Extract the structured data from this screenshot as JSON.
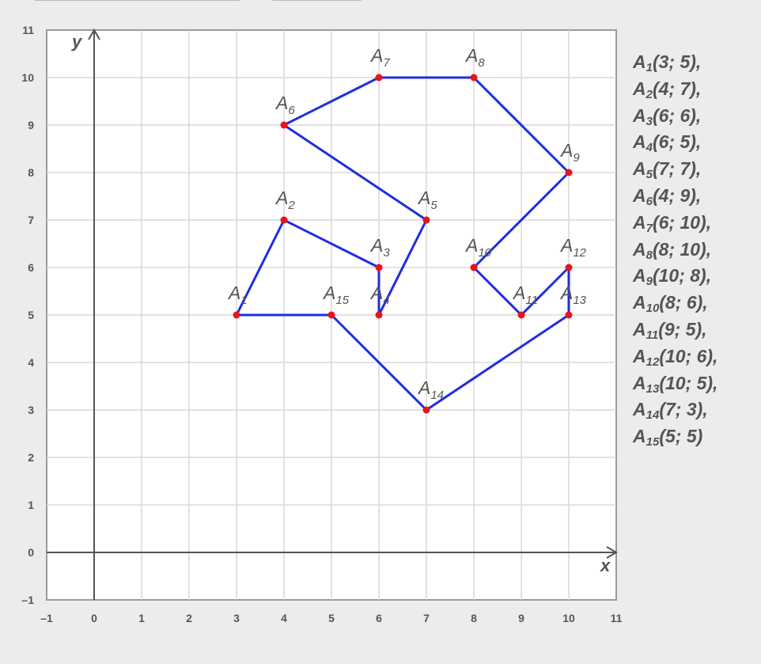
{
  "chart_data": {
    "type": "line",
    "xlabel": "x",
    "ylabel": "y",
    "xlim": [
      -1,
      11
    ],
    "ylim": [
      -1,
      11
    ],
    "grid": true,
    "x_ticks": [
      "–1",
      "0",
      "1",
      "2",
      "3",
      "4",
      "5",
      "6",
      "7",
      "8",
      "9",
      "10",
      "11"
    ],
    "y_ticks": [
      "–1",
      "0",
      "1",
      "2",
      "3",
      "4",
      "5",
      "6",
      "7",
      "8",
      "9",
      "10",
      "11"
    ],
    "points": [
      {
        "name": "A",
        "sub": "1",
        "x": 3,
        "y": 5
      },
      {
        "name": "A",
        "sub": "2",
        "x": 4,
        "y": 7
      },
      {
        "name": "A",
        "sub": "3",
        "x": 6,
        "y": 6
      },
      {
        "name": "A",
        "sub": "4",
        "x": 6,
        "y": 5
      },
      {
        "name": "A",
        "sub": "5",
        "x": 7,
        "y": 7
      },
      {
        "name": "A",
        "sub": "6",
        "x": 4,
        "y": 9
      },
      {
        "name": "A",
        "sub": "7",
        "x": 6,
        "y": 10
      },
      {
        "name": "A",
        "sub": "8",
        "x": 8,
        "y": 10
      },
      {
        "name": "A",
        "sub": "9",
        "x": 10,
        "y": 8
      },
      {
        "name": "A",
        "sub": "10",
        "x": 8,
        "y": 6
      },
      {
        "name": "A",
        "sub": "11",
        "x": 9,
        "y": 5
      },
      {
        "name": "A",
        "sub": "12",
        "x": 10,
        "y": 6
      },
      {
        "name": "A",
        "sub": "13",
        "x": 10,
        "y": 5
      },
      {
        "name": "A",
        "sub": "14",
        "x": 7,
        "y": 3
      },
      {
        "name": "A",
        "sub": "15",
        "x": 5,
        "y": 5
      }
    ],
    "closed": true,
    "line_color": "#1f2de0",
    "point_color": "#e8141b",
    "grid_color": "#d9d9d9",
    "axis_color": "#555555"
  },
  "coord_list": [
    {
      "name": "A",
      "sub": "1",
      "coords": "(3; 5),"
    },
    {
      "name": "A",
      "sub": "2",
      "coords": "(4; 7),"
    },
    {
      "name": "A",
      "sub": "3",
      "coords": "(6; 6),"
    },
    {
      "name": "A",
      "sub": "4",
      "coords": "(6; 5),"
    },
    {
      "name": "A",
      "sub": "5",
      "coords": "(7; 7),"
    },
    {
      "name": "A",
      "sub": "6",
      "coords": "(4; 9),"
    },
    {
      "name": "A",
      "sub": "7",
      "coords": "(6; 10),"
    },
    {
      "name": "A",
      "sub": "8",
      "coords": "(8; 10),"
    },
    {
      "name": "A",
      "sub": "9",
      "coords": "(10; 8),"
    },
    {
      "name": "A",
      "sub": "10",
      "coords": "(8; 6),"
    },
    {
      "name": "A",
      "sub": "11",
      "coords": "(9; 5),"
    },
    {
      "name": "A",
      "sub": "12",
      "coords": "(10; 6),"
    },
    {
      "name": "A",
      "sub": "13",
      "coords": "(10; 5),"
    },
    {
      "name": "A",
      "sub": "14",
      "coords": "(7; 3),"
    },
    {
      "name": "A",
      "sub": "15",
      "coords": "(5; 5)"
    }
  ]
}
